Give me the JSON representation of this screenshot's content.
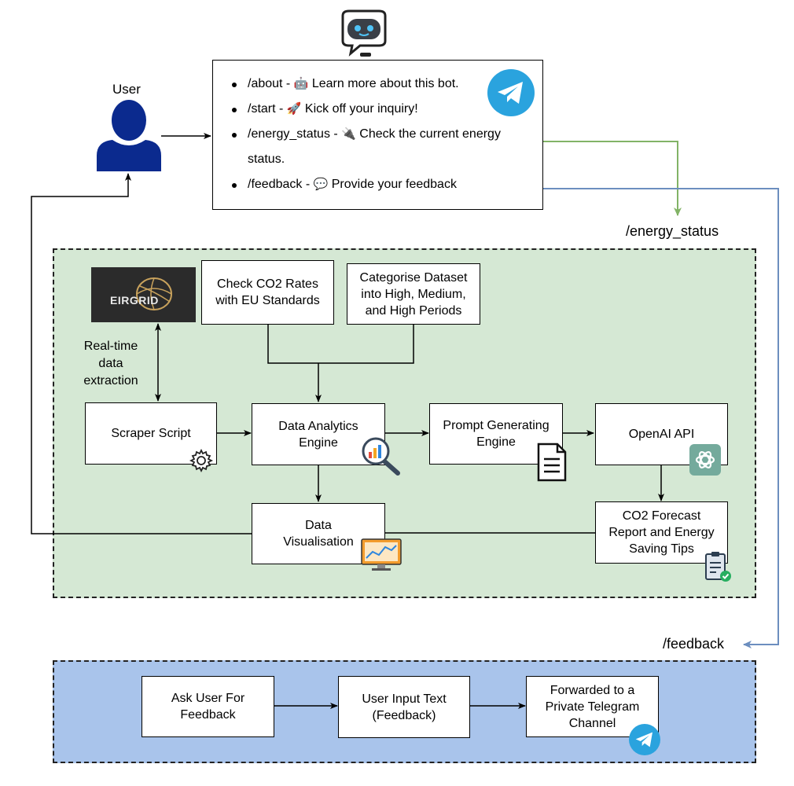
{
  "user": {
    "label": "User"
  },
  "commands": [
    {
      "cmd": "/about",
      "sep": " - ",
      "emoji": "🤖",
      "text": " Learn more about this bot."
    },
    {
      "cmd": "/start",
      "sep": " - ",
      "emoji": "🚀",
      "text": " Kick off your inquiry!"
    },
    {
      "cmd": "/energy_status",
      "sep": " - ",
      "emoji": "🔌",
      "text": " Check the current energy status."
    },
    {
      "cmd": "/feedback",
      "sep": " - ",
      "emoji": "💬",
      "text": " Provide your feedback"
    }
  ],
  "labels": {
    "energy_status": "/energy_status",
    "feedback": "/feedback",
    "realtime": "Real-time\ndata\nextraction"
  },
  "logos": {
    "eirgrid": "EIRGRID"
  },
  "nodes": {
    "check_co2": "Check CO2 Rates\nwith EU Standards",
    "categorise": "Categorise Dataset\ninto High, Medium,\nand High Periods",
    "scraper": "Scraper Script",
    "analytics": "Data Analytics\nEngine",
    "prompt": "Prompt Generating\nEngine",
    "openai": "OpenAI API",
    "visualisation": "Data\nVisualisation",
    "forecast": "CO2 Forecast\nReport and Energy\nSaving Tips",
    "ask_user": "Ask User For\nFeedback",
    "user_input": "User Input Text\n(Feedback)",
    "forwarded": "Forwarded to a\nPrivate Telegram\nChannel"
  },
  "colors": {
    "green_region": "#d5e8d4",
    "blue_region": "#a9c4eb",
    "green_line": "#82b366",
    "blue_line": "#6c8ebf",
    "user_blue": "#0b2a8e",
    "telegram": "#2aa3de",
    "openai": "#74aa9c",
    "eirgrid_bg": "#2b2b2b"
  },
  "icons": [
    "robot-icon",
    "telegram-icon",
    "user-icon",
    "gear-icon",
    "analytics-magnifier-icon",
    "document-icon",
    "openai-icon",
    "monitor-chart-icon",
    "clipboard-check-icon",
    "eirgrid-logo"
  ]
}
